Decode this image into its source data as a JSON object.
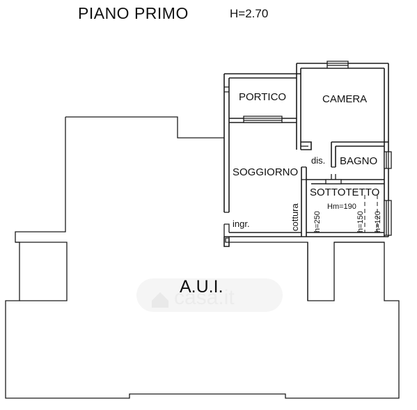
{
  "header": {
    "title": "PIANO PRIMO",
    "height": "H=2.70"
  },
  "rooms": {
    "portico": "PORTICO",
    "camera": "CAMERA",
    "soggiorno": "SOGGIORNO",
    "dis": "dis.",
    "bagno": "BAGNO",
    "sottotetto": "SOTTOTETTO",
    "sottotetto_height": "Hm=190",
    "cottura": "cottura",
    "ingresso": "ingr.",
    "aui": "A.U.I."
  },
  "heights": {
    "h250": "h=250",
    "h150": "h=150",
    "h120": "h=120"
  },
  "watermark": "casa.it"
}
